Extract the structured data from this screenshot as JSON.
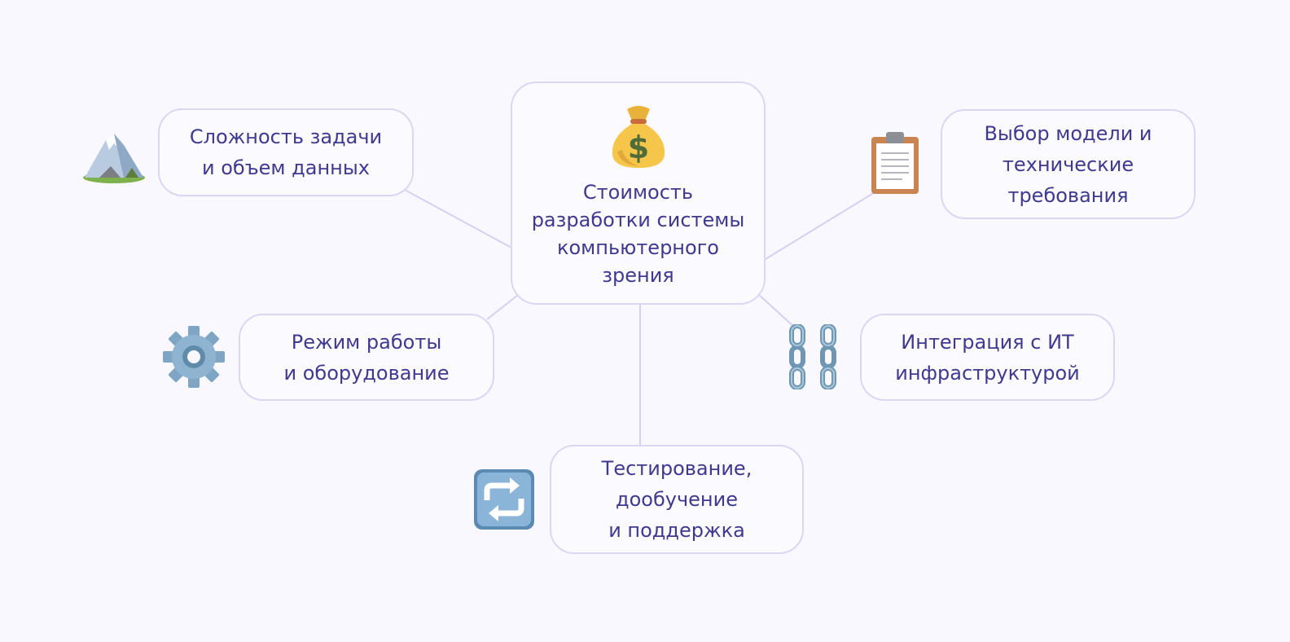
{
  "center": {
    "lines": [
      "Стоимость",
      "разработки системы",
      "компьютерного",
      "зрения"
    ],
    "icon": "money-bag-icon"
  },
  "factors": [
    {
      "id": "complexity",
      "lines": [
        "Сложность задачи",
        "и объем данных"
      ],
      "icon": "mountain-icon"
    },
    {
      "id": "model",
      "lines": [
        "Выбор модели и",
        "технические",
        "требования"
      ],
      "icon": "clipboard-icon"
    },
    {
      "id": "mode",
      "lines": [
        "Режим работы",
        "и оборудование"
      ],
      "icon": "gear-icon"
    },
    {
      "id": "integration",
      "lines": [
        "Интеграция с ИТ",
        "инфраструктурой"
      ],
      "icon": "chain-icon"
    },
    {
      "id": "testing",
      "lines": [
        "Тестирование,",
        "дообучение",
        "и поддержка"
      ],
      "icon": "repeat-arrows-icon"
    }
  ],
  "colors": {
    "background": "#faf8ff",
    "text": "#3f3a8f",
    "border": "#dcd5f4",
    "connector": "#d7cff3"
  }
}
